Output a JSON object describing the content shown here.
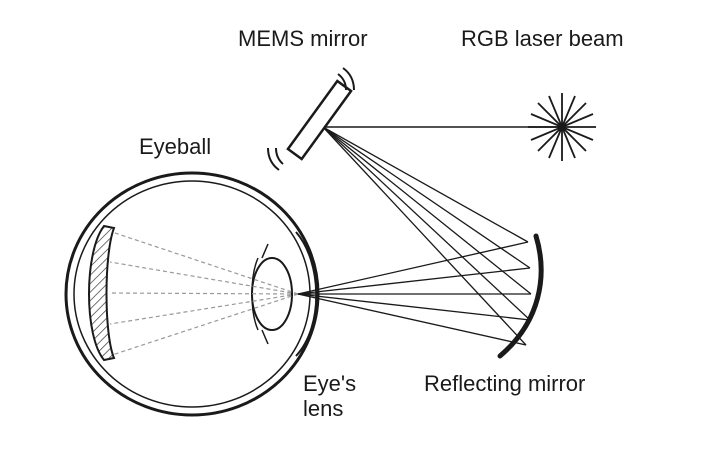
{
  "labels": {
    "mems_mirror": "MEMS mirror",
    "rgb_laser": "RGB laser beam",
    "eyeball": "Eyeball",
    "eyes_lens_line1": "Eye's",
    "eyes_lens_line2": "lens",
    "reflecting_mirror": "Reflecting mirror"
  },
  "colors": {
    "ink": "#1a1a1a",
    "dashed": "#999999",
    "background": "#ffffff"
  }
}
